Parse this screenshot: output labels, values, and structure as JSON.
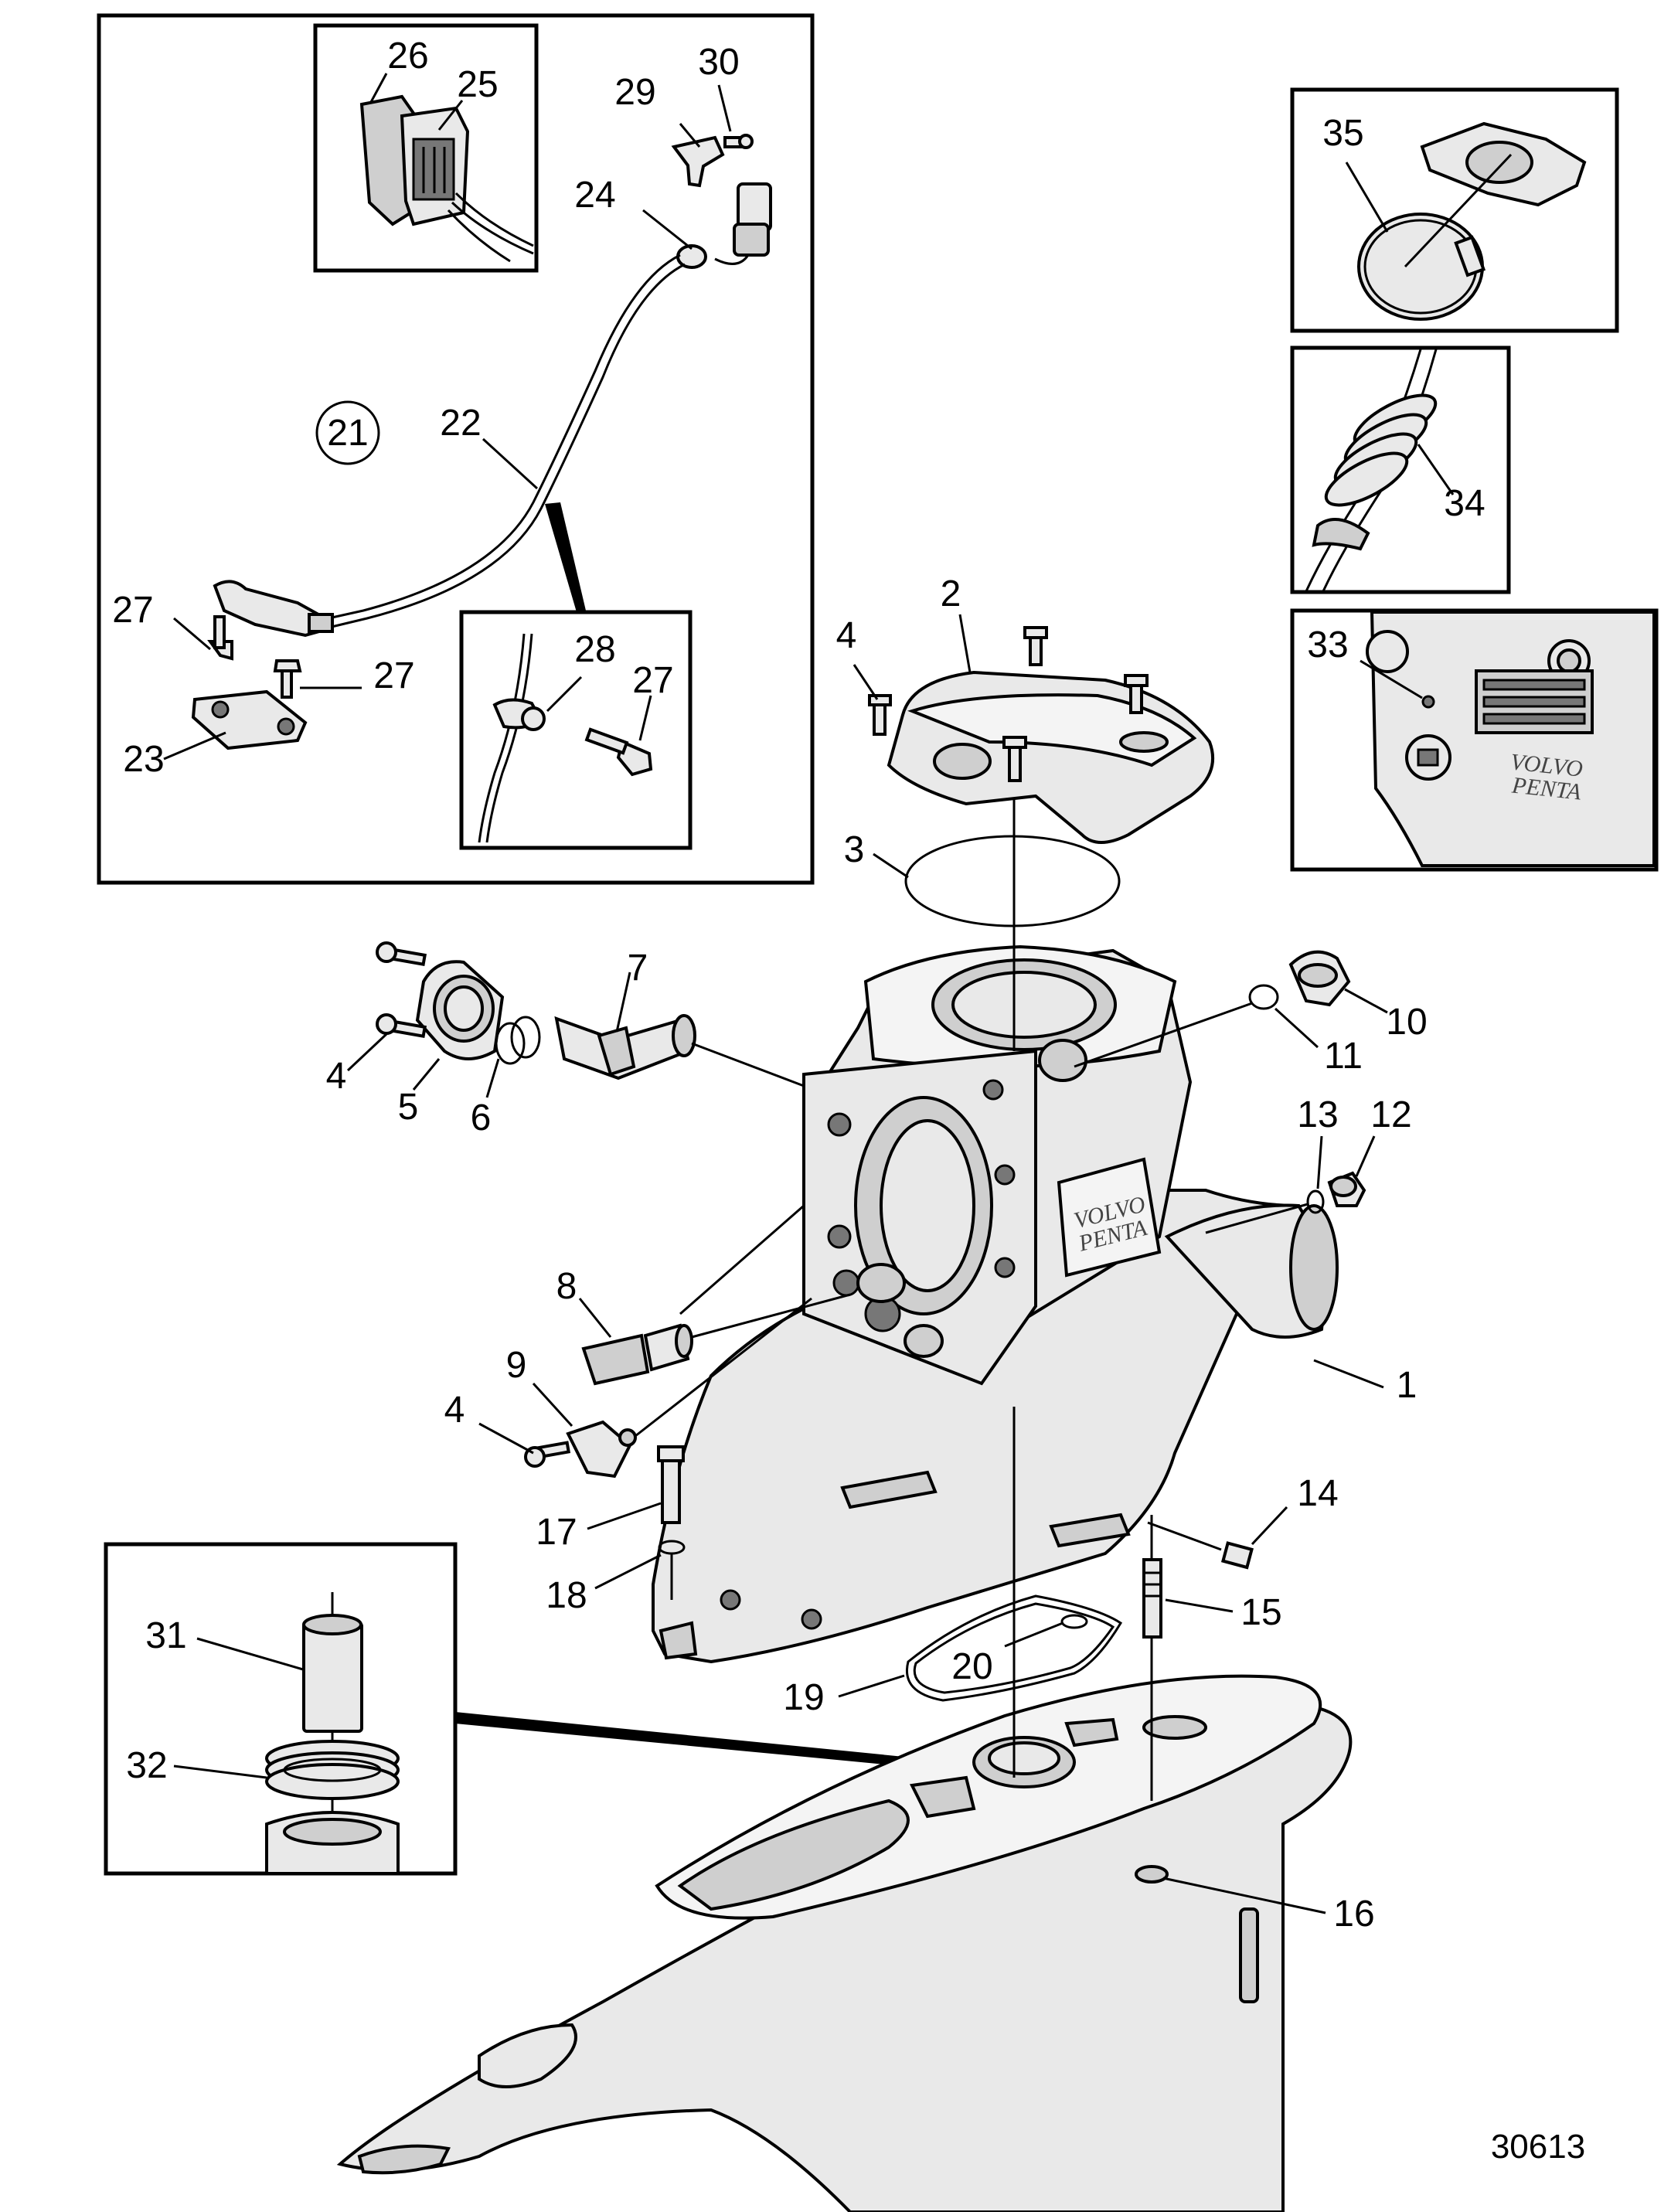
{
  "figure_number": "30613",
  "brand_text": [
    "VOLVO",
    "PENTA"
  ],
  "group_marker": "21",
  "callouts": {
    "c1": "1",
    "c2": "2",
    "c3": "3",
    "c4a": "4",
    "c4b": "4",
    "c4c": "4",
    "c5": "5",
    "c6": "6",
    "c7": "7",
    "c8": "8",
    "c9": "9",
    "c10": "10",
    "c11": "11",
    "c12": "12",
    "c13": "13",
    "c14": "14",
    "c15": "15",
    "c16": "16",
    "c17": "17",
    "c18": "18",
    "c19": "19",
    "c20": "20",
    "c22": "22",
    "c23": "23",
    "c24": "24",
    "c25": "25",
    "c26": "26",
    "c27a": "27",
    "c27b": "27",
    "c27c": "27",
    "c28": "28",
    "c29": "29",
    "c30": "30",
    "c31": "31",
    "c32": "32",
    "c33": "33",
    "c34": "34",
    "c35": "35"
  }
}
